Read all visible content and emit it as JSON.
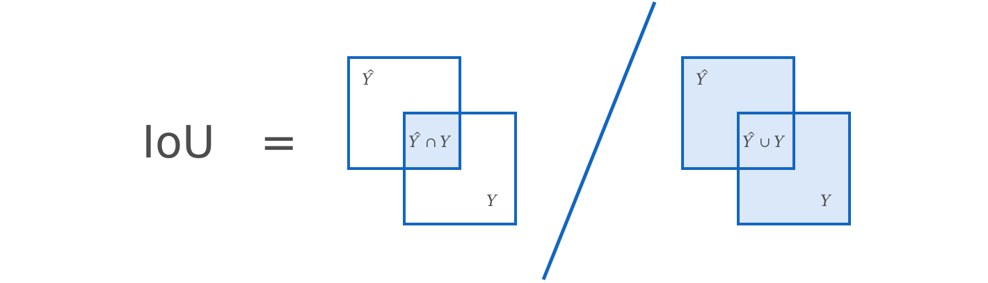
{
  "formula": {
    "lhs": "IoU",
    "equals": "="
  },
  "intersection_panel": {
    "pred_label_base": "Y",
    "pred_label_hat": "^",
    "gt_label": "Y",
    "region_op": "∩",
    "region_base": "Y",
    "region_hat": "^",
    "region_rhs": "Y"
  },
  "union_panel": {
    "pred_label_base": "Y",
    "pred_label_hat": "^",
    "gt_label": "Y",
    "region_op": "∪",
    "region_base": "Y",
    "region_hat": "^",
    "region_rhs": "Y"
  },
  "colors": {
    "stroke": "#1366c2",
    "fill": "#dae8fa",
    "text": "#4d4d4d"
  }
}
